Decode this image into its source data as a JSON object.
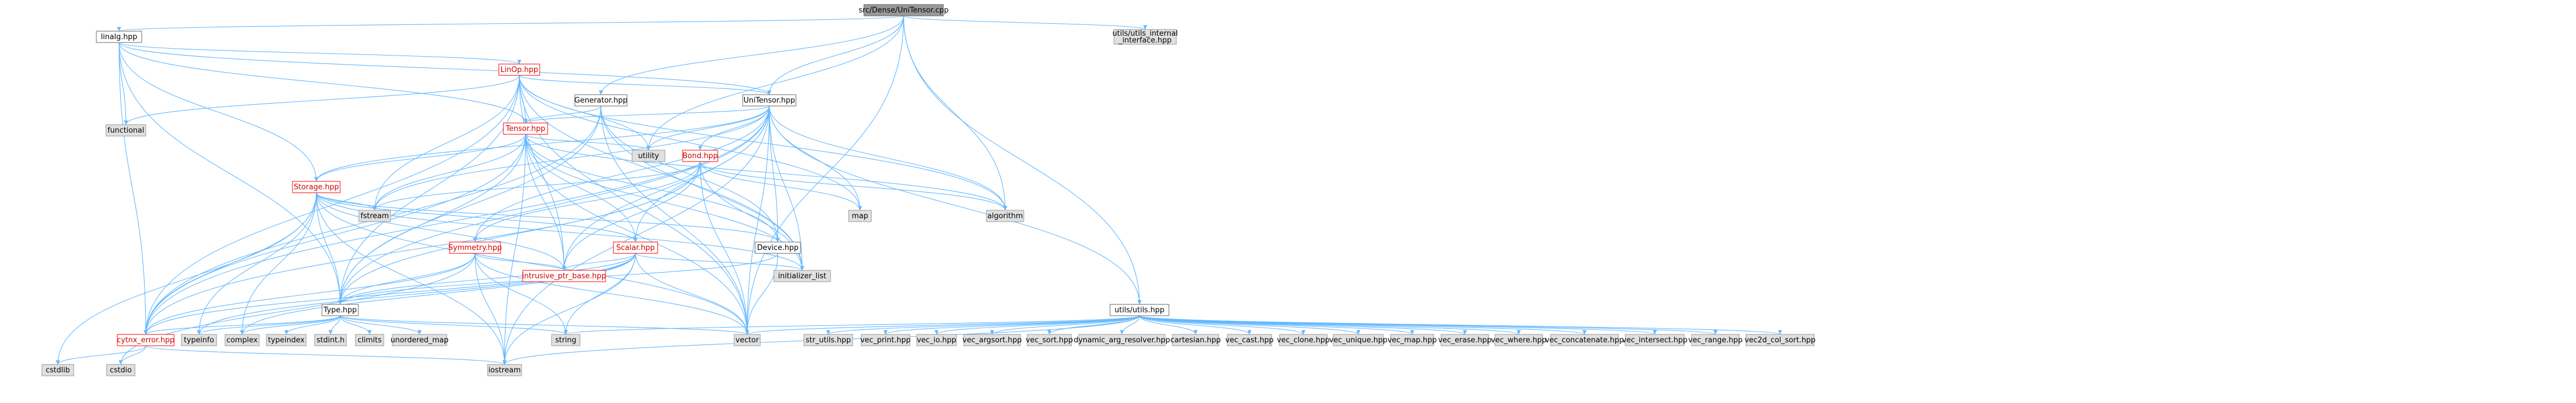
{
  "graph": {
    "nodes": [
      {
        "id": "root",
        "label": "src/Dense/UniTensor.cpp",
        "style": "root"
      },
      {
        "id": "linalg",
        "label": "linalg.hpp",
        "style": "doc"
      },
      {
        "id": "utils_internal",
        "label": "utils/utils_internal\n_interface.hpp",
        "style": "sys"
      },
      {
        "id": "linop",
        "label": "LinOp.hpp",
        "style": "red"
      },
      {
        "id": "functional",
        "label": "functional",
        "style": "sys"
      },
      {
        "id": "generator",
        "label": "Generator.hpp",
        "style": "doc"
      },
      {
        "id": "unitensor",
        "label": "UniTensor.hpp",
        "style": "doc"
      },
      {
        "id": "tensor",
        "label": "Tensor.hpp",
        "style": "red"
      },
      {
        "id": "utility",
        "label": "utility",
        "style": "sys"
      },
      {
        "id": "bond",
        "label": "Bond.hpp",
        "style": "red"
      },
      {
        "id": "storage",
        "label": "Storage.hpp",
        "style": "red"
      },
      {
        "id": "map",
        "label": "map",
        "style": "sys"
      },
      {
        "id": "algorithm",
        "label": "algorithm",
        "style": "sys"
      },
      {
        "id": "fstream",
        "label": "fstream",
        "style": "sys"
      },
      {
        "id": "symmetry",
        "label": "Symmetry.hpp",
        "style": "red"
      },
      {
        "id": "scalar",
        "label": "Scalar.hpp",
        "style": "red"
      },
      {
        "id": "device",
        "label": "Device.hpp",
        "style": "doc"
      },
      {
        "id": "init_list",
        "label": "initializer_list",
        "style": "sys"
      },
      {
        "id": "intrusive",
        "label": "intrusive_ptr_base.hpp",
        "style": "red"
      },
      {
        "id": "type",
        "label": "Type.hpp",
        "style": "doc"
      },
      {
        "id": "utils",
        "label": "utils/utils.hpp",
        "style": "doc"
      },
      {
        "id": "cytnx_error",
        "label": "cytnx_error.hpp",
        "style": "red"
      },
      {
        "id": "typeinfo",
        "label": "typeinfo",
        "style": "sys"
      },
      {
        "id": "complex",
        "label": "complex",
        "style": "sys"
      },
      {
        "id": "typeindex",
        "label": "typeindex",
        "style": "sys"
      },
      {
        "id": "stdint",
        "label": "stdint.h",
        "style": "sys"
      },
      {
        "id": "climits",
        "label": "climits",
        "style": "sys"
      },
      {
        "id": "unordered_map",
        "label": "unordered_map",
        "style": "sys"
      },
      {
        "id": "string",
        "label": "string",
        "style": "sys"
      },
      {
        "id": "vector",
        "label": "vector",
        "style": "sys"
      },
      {
        "id": "cstdlib",
        "label": "cstdlib",
        "style": "sys"
      },
      {
        "id": "cstdio",
        "label": "cstdio",
        "style": "sys"
      },
      {
        "id": "iostream",
        "label": "iostream",
        "style": "sys"
      },
      {
        "id": "str_utils",
        "label": "str_utils.hpp",
        "style": "sys"
      },
      {
        "id": "vec_print",
        "label": "vec_print.hpp",
        "style": "sys"
      },
      {
        "id": "vec_io",
        "label": "vec_io.hpp",
        "style": "sys"
      },
      {
        "id": "vec_argsort",
        "label": "vec_argsort.hpp",
        "style": "sys"
      },
      {
        "id": "vec_sort",
        "label": "vec_sort.hpp",
        "style": "sys"
      },
      {
        "id": "dyn_arg",
        "label": "dynamic_arg_resolver.hpp",
        "style": "sys"
      },
      {
        "id": "cartesian",
        "label": "cartesian.hpp",
        "style": "sys"
      },
      {
        "id": "vec_cast",
        "label": "vec_cast.hpp",
        "style": "sys"
      },
      {
        "id": "vec_clone",
        "label": "vec_clone.hpp",
        "style": "sys"
      },
      {
        "id": "vec_unique",
        "label": "vec_unique.hpp",
        "style": "sys"
      },
      {
        "id": "vec_map",
        "label": "vec_map.hpp",
        "style": "sys"
      },
      {
        "id": "vec_erase",
        "label": "vec_erase.hpp",
        "style": "sys"
      },
      {
        "id": "vec_where",
        "label": "vec_where.hpp",
        "style": "sys"
      },
      {
        "id": "vec_concatenate",
        "label": "vec_concatenate.hpp",
        "style": "sys"
      },
      {
        "id": "vec_intersect",
        "label": "vec_intersect.hpp",
        "style": "sys"
      },
      {
        "id": "vec_range",
        "label": "vec_range.hpp",
        "style": "sys"
      },
      {
        "id": "vec2d_col_sort",
        "label": "vec2d_col_sort.hpp",
        "style": "sys"
      }
    ],
    "edges": [
      [
        "root",
        "linalg"
      ],
      [
        "root",
        "utils_internal"
      ],
      [
        "root",
        "generator"
      ],
      [
        "root",
        "unitensor"
      ],
      [
        "root",
        "utility"
      ],
      [
        "root",
        "algorithm"
      ],
      [
        "root",
        "utils"
      ],
      [
        "root",
        "vector"
      ],
      [
        "linalg",
        "linop"
      ],
      [
        "linalg",
        "functional"
      ],
      [
        "linalg",
        "tensor"
      ],
      [
        "linalg",
        "unitensor"
      ],
      [
        "linalg",
        "storage"
      ],
      [
        "linalg",
        "type"
      ],
      [
        "linalg",
        "cytnx_error"
      ],
      [
        "linop",
        "functional"
      ],
      [
        "linop",
        "unitensor"
      ],
      [
        "linop",
        "tensor"
      ],
      [
        "linop",
        "utility"
      ],
      [
        "linop",
        "map"
      ],
      [
        "linop",
        "algorithm"
      ],
      [
        "linop",
        "fstream"
      ],
      [
        "linop",
        "type"
      ],
      [
        "linop",
        "cytnx_error"
      ],
      [
        "linop",
        "intrusive"
      ],
      [
        "linop",
        "vector"
      ],
      [
        "linop",
        "init_list"
      ],
      [
        "generator",
        "tensor"
      ],
      [
        "generator",
        "type"
      ],
      [
        "generator",
        "cytnx_error"
      ],
      [
        "generator",
        "device"
      ],
      [
        "generator",
        "vector"
      ],
      [
        "generator",
        "init_list"
      ],
      [
        "unitensor",
        "tensor"
      ],
      [
        "unitensor",
        "bond"
      ],
      [
        "unitensor",
        "storage"
      ],
      [
        "unitensor",
        "symmetry"
      ],
      [
        "unitensor",
        "scalar"
      ],
      [
        "unitensor",
        "device"
      ],
      [
        "unitensor",
        "type"
      ],
      [
        "unitensor",
        "cytnx_error"
      ],
      [
        "unitensor",
        "utility"
      ],
      [
        "unitensor",
        "map"
      ],
      [
        "unitensor",
        "algorithm"
      ],
      [
        "unitensor",
        "fstream"
      ],
      [
        "unitensor",
        "init_list"
      ],
      [
        "unitensor",
        "intrusive"
      ],
      [
        "unitensor",
        "vector"
      ],
      [
        "unitensor",
        "utils"
      ],
      [
        "unitensor",
        "iostream"
      ],
      [
        "tensor",
        "storage"
      ],
      [
        "tensor",
        "scalar"
      ],
      [
        "tensor",
        "device"
      ],
      [
        "tensor",
        "type"
      ],
      [
        "tensor",
        "cytnx_error"
      ],
      [
        "tensor",
        "utility"
      ],
      [
        "tensor",
        "fstream"
      ],
      [
        "tensor",
        "init_list"
      ],
      [
        "tensor",
        "intrusive"
      ],
      [
        "tensor",
        "vector"
      ],
      [
        "tensor",
        "iostream"
      ],
      [
        "tensor",
        "algorithm"
      ],
      [
        "bond",
        "symmetry"
      ],
      [
        "bond",
        "type"
      ],
      [
        "bond",
        "cytnx_error"
      ],
      [
        "bond",
        "fstream"
      ],
      [
        "bond",
        "intrusive"
      ],
      [
        "bond",
        "vector"
      ],
      [
        "bond",
        "init_list"
      ],
      [
        "bond",
        "algorithm"
      ],
      [
        "bond",
        "map"
      ],
      [
        "storage",
        "type"
      ],
      [
        "storage",
        "cytnx_error"
      ],
      [
        "storage",
        "scalar"
      ],
      [
        "storage",
        "device"
      ],
      [
        "storage",
        "intrusive"
      ],
      [
        "storage",
        "fstream"
      ],
      [
        "storage",
        "init_list"
      ],
      [
        "storage",
        "vector"
      ],
      [
        "storage",
        "complex"
      ],
      [
        "storage",
        "iostream"
      ],
      [
        "storage",
        "cstdlib"
      ],
      [
        "storage",
        "typeinfo"
      ],
      [
        "symmetry",
        "type"
      ],
      [
        "symmetry",
        "cytnx_error"
      ],
      [
        "symmetry",
        "intrusive"
      ],
      [
        "symmetry",
        "string"
      ],
      [
        "symmetry",
        "vector"
      ],
      [
        "symmetry",
        "iostream"
      ],
      [
        "symmetry",
        "cstdio"
      ],
      [
        "scalar",
        "type"
      ],
      [
        "scalar",
        "cytnx_error"
      ],
      [
        "scalar",
        "intrusive"
      ],
      [
        "scalar",
        "string"
      ],
      [
        "scalar",
        "vector"
      ],
      [
        "scalar",
        "iostream"
      ],
      [
        "scalar",
        "complex"
      ],
      [
        "scalar",
        "typeinfo"
      ],
      [
        "scalar",
        "init_list"
      ],
      [
        "device",
        "type"
      ],
      [
        "device",
        "vector"
      ],
      [
        "type",
        "typeinfo"
      ],
      [
        "type",
        "complex"
      ],
      [
        "type",
        "typeindex"
      ],
      [
        "type",
        "stdint"
      ],
      [
        "type",
        "climits"
      ],
      [
        "type",
        "unordered_map"
      ],
      [
        "type",
        "string"
      ],
      [
        "type",
        "vector"
      ],
      [
        "type",
        "cytnx_error"
      ],
      [
        "cytnx_error",
        "cstdlib"
      ],
      [
        "cytnx_error",
        "cstdio"
      ],
      [
        "cytnx_error",
        "iostream"
      ],
      [
        "utils",
        "str_utils"
      ],
      [
        "utils",
        "vec_print"
      ],
      [
        "utils",
        "vec_io"
      ],
      [
        "utils",
        "vec_argsort"
      ],
      [
        "utils",
        "vec_sort"
      ],
      [
        "utils",
        "dyn_arg"
      ],
      [
        "utils",
        "cartesian"
      ],
      [
        "utils",
        "vec_cast"
      ],
      [
        "utils",
        "vec_clone"
      ],
      [
        "utils",
        "vec_unique"
      ],
      [
        "utils",
        "vec_map"
      ],
      [
        "utils",
        "vec_erase"
      ],
      [
        "utils",
        "vec_where"
      ],
      [
        "utils",
        "vec_concatenate"
      ],
      [
        "utils",
        "vec_intersect"
      ],
      [
        "utils",
        "vec_range"
      ],
      [
        "utils",
        "vec2d_col_sort"
      ],
      [
        "utils",
        "vector"
      ],
      [
        "utils",
        "string"
      ],
      [
        "utils",
        "iostream"
      ]
    ]
  },
  "colors": {
    "edge": "#63b8ff",
    "root_fill": "#999999",
    "sys_fill": "#e0e0e0",
    "red_border": "#ff0000",
    "border": "#666666"
  }
}
